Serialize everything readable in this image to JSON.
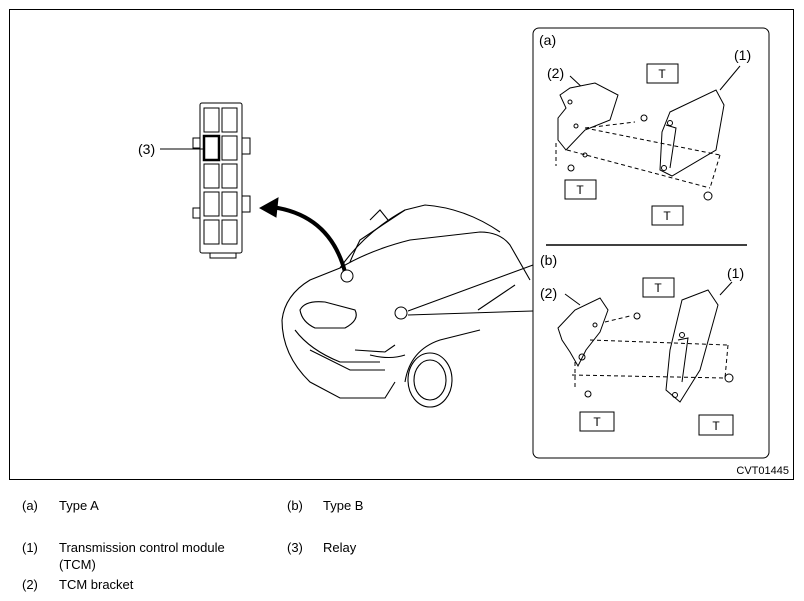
{
  "figure": {
    "code": "CVT01445",
    "callouts": {
      "relay_num": "(3)",
      "panel_a_label": "(a)",
      "panel_b_label": "(b)",
      "tcm_num": "(1)",
      "bracket_num": "(2)",
      "torque": "T"
    }
  },
  "legend": [
    {
      "key": "(a)",
      "text": "Type A"
    },
    {
      "key": "(b)",
      "text": "Type B"
    },
    {
      "key": "(1)",
      "text": "Transmission control module"
    },
    {
      "key": "",
      "text": "(TCM)"
    },
    {
      "key": "(3)",
      "text": "Relay"
    },
    {
      "key": "(2)",
      "text": "TCM bracket"
    }
  ]
}
